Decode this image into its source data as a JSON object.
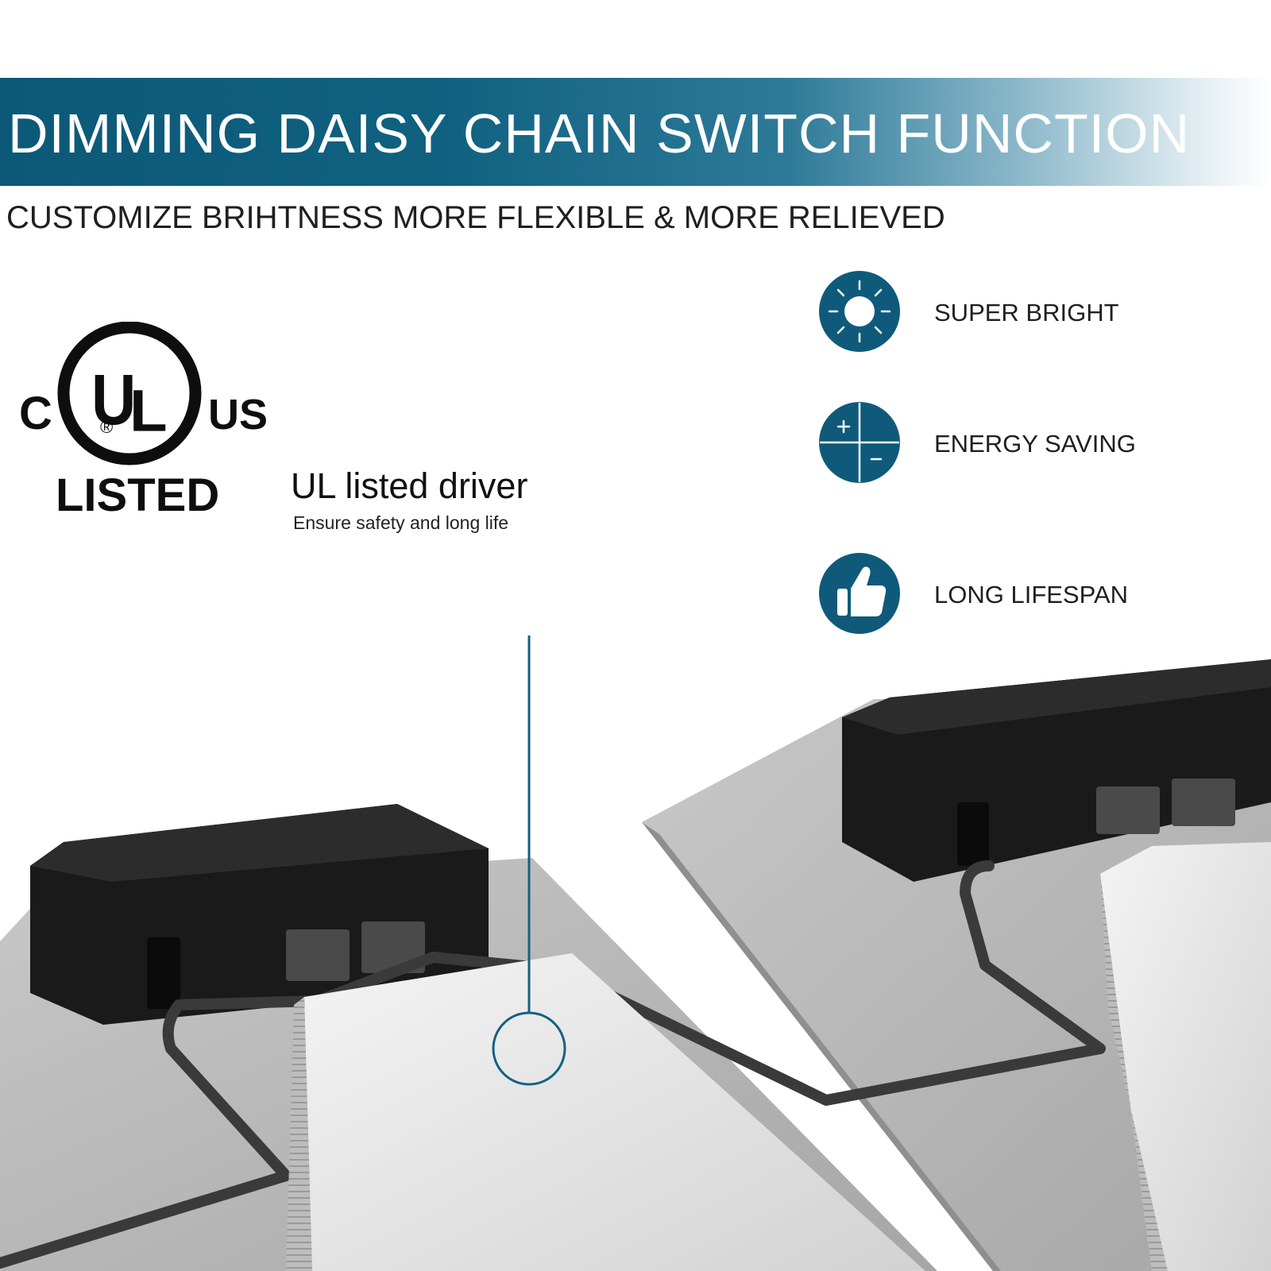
{
  "banner": {
    "title": "DIMMING DAISY CHAIN SWITCH FUNCTION",
    "subtitle": "CUSTOMIZE BRIHTNESS MORE FLEXIBLE & MORE RELIEVED"
  },
  "features": [
    {
      "icon": "sun-icon",
      "label": "SUPER BRIGHT"
    },
    {
      "icon": "plus-minus-icon",
      "label": "ENERGY SAVING"
    },
    {
      "icon": "thumbs-up-icon",
      "label": "LONG LIFESPAN"
    }
  ],
  "ul_mark": {
    "c": "C",
    "u": "U",
    "l": "L",
    "registered": "®",
    "us": "US",
    "listed": "LISTED"
  },
  "ul_callout": {
    "title": "UL listed driver",
    "subtitle": "Ensure safety and long life"
  },
  "colors": {
    "accent": "#0f5a7a",
    "text": "#1f1f1f",
    "callout_line": "#15617f"
  }
}
